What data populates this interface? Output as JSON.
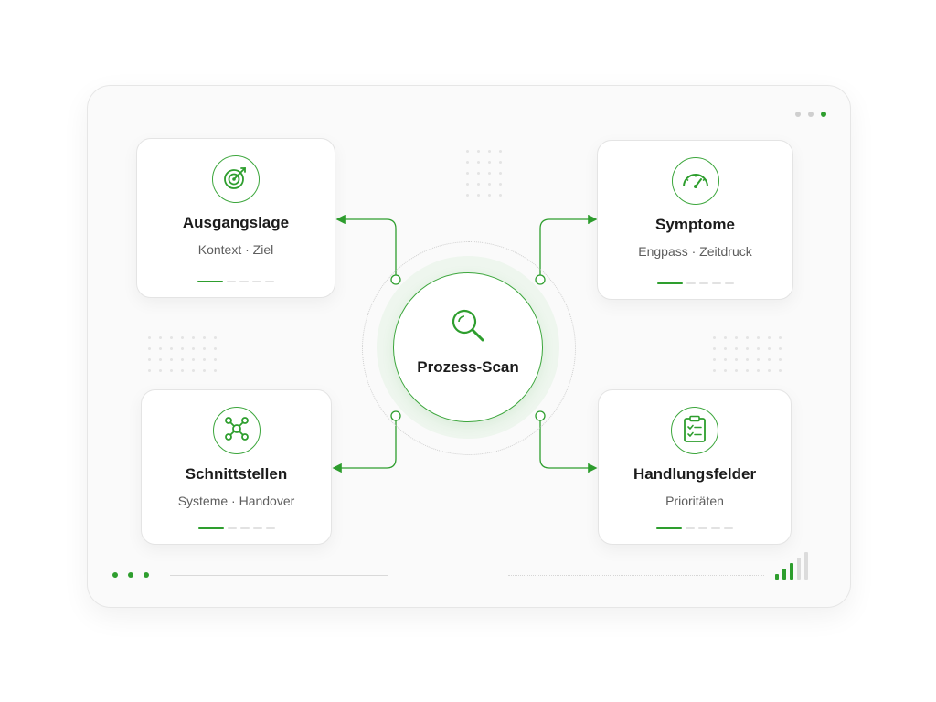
{
  "colors": {
    "accent": "#2e9e2e",
    "accent_light": "#eef6ee"
  },
  "center": {
    "title": "Prozess-Scan",
    "icon": "magnifier-icon"
  },
  "cards": [
    {
      "title": "Ausgangslage",
      "subtitle": "Kontext · Ziel",
      "icon": "target-icon"
    },
    {
      "title": "Symptome",
      "subtitle": "Engpass · Zeitdruck",
      "icon": "gauge-icon"
    },
    {
      "title": "Schnittstellen",
      "subtitle": "Systeme · Handover",
      "icon": "network-icon"
    },
    {
      "title": "Handlungsfelder",
      "subtitle": "Prioritäten",
      "icon": "checklist-icon"
    }
  ],
  "window_dots": {
    "count": 3,
    "active_index": 2
  },
  "signal_levels": {
    "count": 5,
    "active": 3
  }
}
